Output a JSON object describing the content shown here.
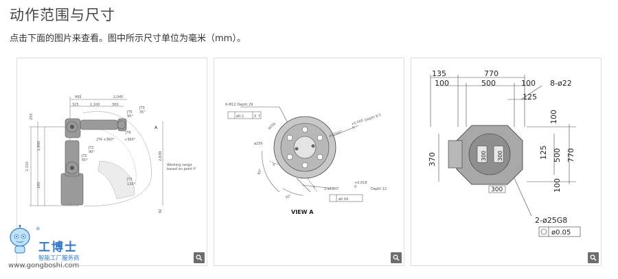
{
  "header": {
    "title": "动作范围与尺寸",
    "subtitle": "点击下面的图片来查看。图中所示尺寸单位为毫米（mm）。"
  },
  "cards": [
    {
      "id": "working-range",
      "labels": {
        "d495": "495",
        "d2045": "2,045",
        "d325": "325",
        "d1100": "1,100",
        "d300": "300",
        "j3_top": "JT3",
        "j3_top_deg": "35°",
        "a_mark": "A",
        "j5": "JT5",
        "j5_deg": "95°",
        "j4": "JT4 +360°",
        "j6": "JT6",
        "j6_deg": "+360°",
        "h250": "250",
        "h1800": "1,800",
        "h2310": "2,310",
        "h180": "180",
        "h2839": "2,839",
        "jt2": "JT2",
        "jt2_deg": "90°",
        "jt2b": "JT2",
        "jt2b_deg": "65°",
        "jt3_bot": "JT3",
        "jt3_bot_deg": "130°",
        "range1": "Working range",
        "range2": "based on point P",
        "h92": "92"
      }
    },
    {
      "id": "view-a",
      "labels": {
        "m12": "6-M12 Depth 29",
        "tol1": "ø0.2",
        "x": "X",
        "y": "Y",
        "d200": "ø200",
        "d250": "ø250",
        "d125": "ø125H7",
        "d125_tol_up": "+0.040",
        "d125_tol_lo": "0",
        "depth85": "Depth 8.5",
        "a60": "60°",
        "a30": "30°",
        "hole12": "2-ø12H7",
        "hole12_tol_up": "+0.018",
        "hole12_tol_lo": "0",
        "depth12": "Depth 12",
        "tol2": "ø0.04",
        "view_title": "VIEW A"
      }
    },
    {
      "id": "base",
      "labels": {
        "d135": "135",
        "d770": "770",
        "d100a": "100",
        "d500": "500",
        "d100b": "100",
        "d8_22": "8-ø22",
        "d125": "125",
        "r100a": "100",
        "r125": "125",
        "r500": "500",
        "r770": "770",
        "r100b": "100",
        "l370": "370",
        "c300v1": "300",
        "c300v2": "300",
        "b300": "300",
        "d25": "2-ø25G8",
        "tol": "ø0.05"
      }
    }
  ],
  "watermark": {
    "brand": "工博士",
    "tagline": "智能工厂服务商",
    "url": "www.gongboshi.com",
    "reg": "®"
  },
  "colors": {
    "accent": "#2f77c8",
    "zoom_button": "#6d6d6d",
    "card_border": "#dcdcdc"
  },
  "icons": {
    "zoom": "magnifier-icon",
    "mascot": "robot-mascot-icon"
  }
}
